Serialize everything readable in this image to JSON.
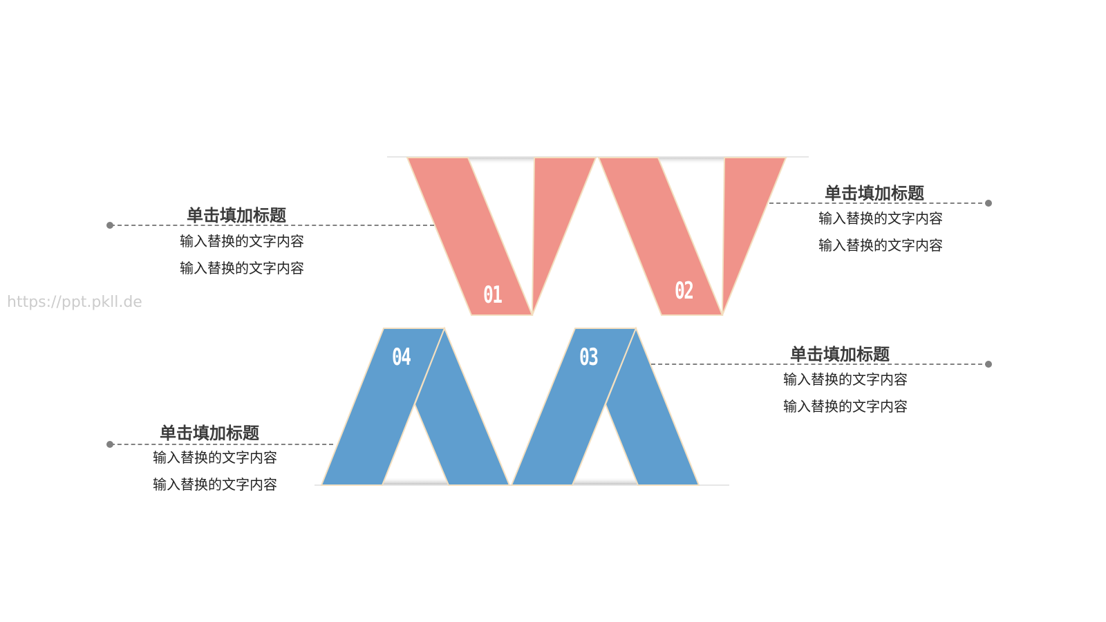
{
  "diagram": {
    "type": "W-M ribbon four-step infographic",
    "colors": {
      "top_ribbon": "#F0938A",
      "bottom_ribbon": "#5F9ECF",
      "edge": "#F3DFC0",
      "connector": "#808080",
      "title_text": "#3A3A3A",
      "body_text": "#222222"
    },
    "items": [
      {
        "number": "01",
        "title": "单击填加标题",
        "lines": [
          "输入替换的文字内容",
          "输入替换的文字内容"
        ]
      },
      {
        "number": "02",
        "title": "单击填加标题",
        "lines": [
          "输入替换的文字内容",
          "输入替换的文字内容"
        ]
      },
      {
        "number": "03",
        "title": "单击填加标题",
        "lines": [
          "输入替换的文字内容",
          "输入替换的文字内容"
        ]
      },
      {
        "number": "04",
        "title": "单击填加标题",
        "lines": [
          "输入替换的文字内容",
          "输入替换的文字内容"
        ]
      }
    ]
  },
  "watermark": "https://ppt.pkll.de"
}
